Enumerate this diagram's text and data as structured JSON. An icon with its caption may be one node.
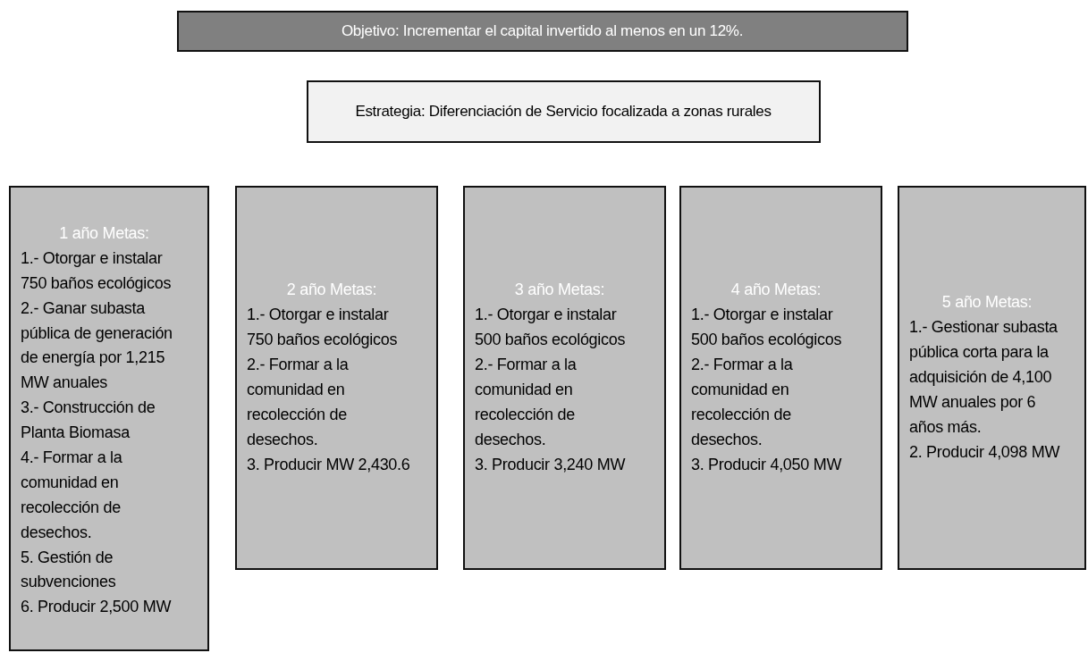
{
  "diagram": {
    "nodes": [
      {
        "text": [
          "Objetivo: Incrementar el capital invertido al menos en un 12%."
        ]
      },
      {
        "text": [
          "Estrategia: Diferenciación de Servicio focalizada a zonas rurales"
        ]
      },
      {
        "text": [
          "1 año Metas:",
          "1.- Otorgar e instalar 750 baños ecológicos",
          "2.- Ganar subasta pública de generación de energía por 1,215 MW anuales",
          "3.- Construcción de Planta Biomasa",
          "4.- Formar a la comunidad en recolección de desechos.",
          "5. Gestión de subvenciones",
          "6. Producir 2,500 MW"
        ]
      },
      {
        "text": [
          "2 año Metas:",
          "1.- Otorgar e instalar 750 baños ecológicos",
          "2.- Formar a la comunidad en recolección de desechos.",
          "3. Producir MW 2,430.6"
        ]
      },
      {
        "text": [
          "3 año Metas:",
          "1.- Otorgar e instalar 500 baños ecológicos",
          "2.- Formar a la comunidad en recolección de desechos.",
          "3. Producir 3,240 MW"
        ]
      },
      {
        "text": [
          "4 año Metas:",
          "1.- Otorgar e instalar 500 baños ecológicos",
          "2.- Formar a la comunidad en recolección de desechos.",
          "3. Producir 4,050 MW"
        ]
      },
      {
        "text": [
          "5 año Metas:",
          "1.- Gestionar subasta pública corta para la adquisición de 4,100 MW anuales por 6 años más.",
          "2. Producir 4,098 MW"
        ]
      }
    ]
  }
}
